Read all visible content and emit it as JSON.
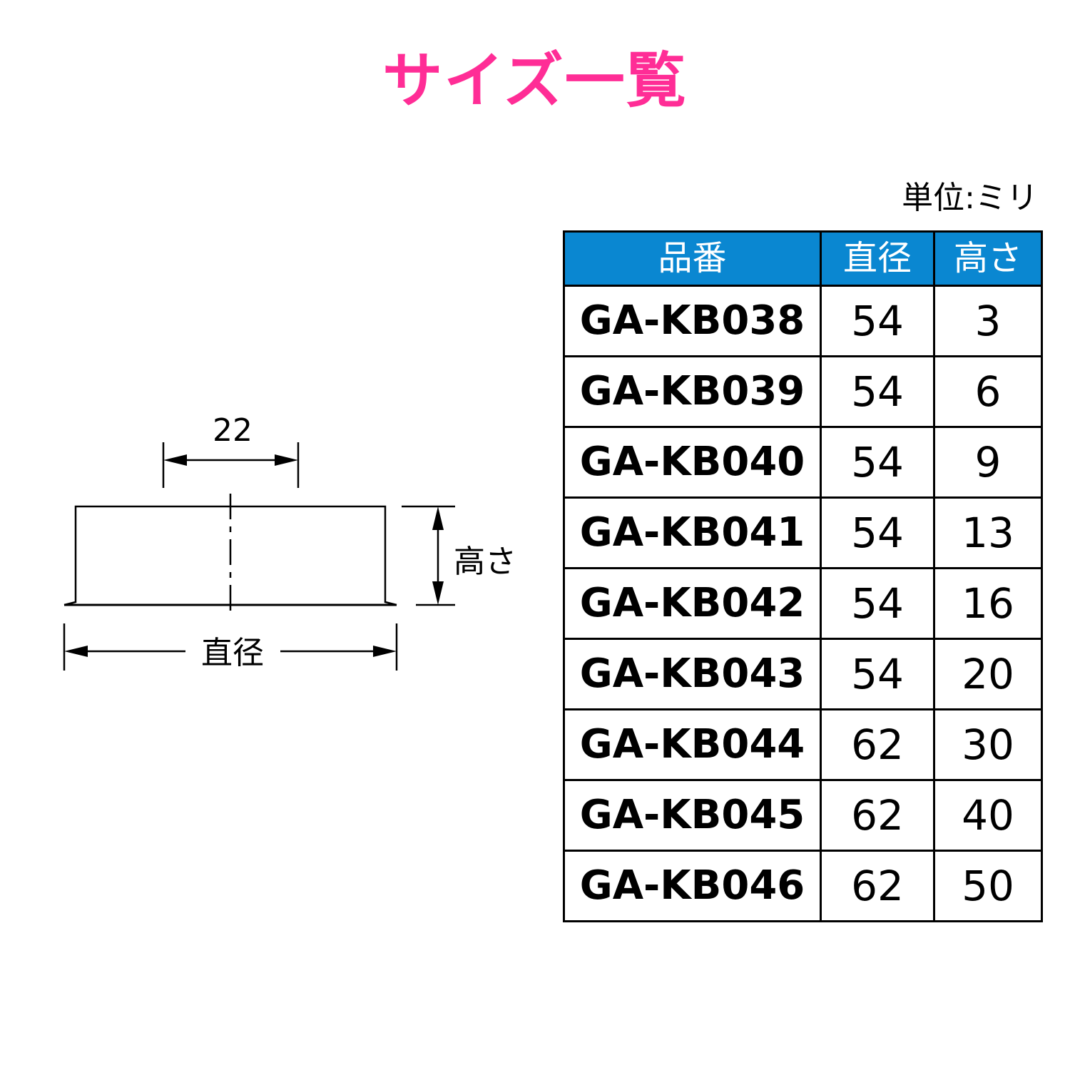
{
  "header": {
    "title": "サイズ一覧",
    "unit_note": "単位:ミリ"
  },
  "colors": {
    "title": "#ff2d96",
    "table_header_bg": "#0a87d1",
    "table_header_text": "#ffffff",
    "line": "#000000"
  },
  "diagram": {
    "top_dimension": "22",
    "height_label": "高さ",
    "diameter_label": "直径"
  },
  "table": {
    "headers": [
      "品番",
      "直径",
      "高さ"
    ],
    "rows": [
      [
        "GA-KB038",
        "54",
        "3"
      ],
      [
        "GA-KB039",
        "54",
        "6"
      ],
      [
        "GA-KB040",
        "54",
        "9"
      ],
      [
        "GA-KB041",
        "54",
        "13"
      ],
      [
        "GA-KB042",
        "54",
        "16"
      ],
      [
        "GA-KB043",
        "54",
        "20"
      ],
      [
        "GA-KB044",
        "62",
        "30"
      ],
      [
        "GA-KB045",
        "62",
        "40"
      ],
      [
        "GA-KB046",
        "62",
        "50"
      ]
    ]
  }
}
